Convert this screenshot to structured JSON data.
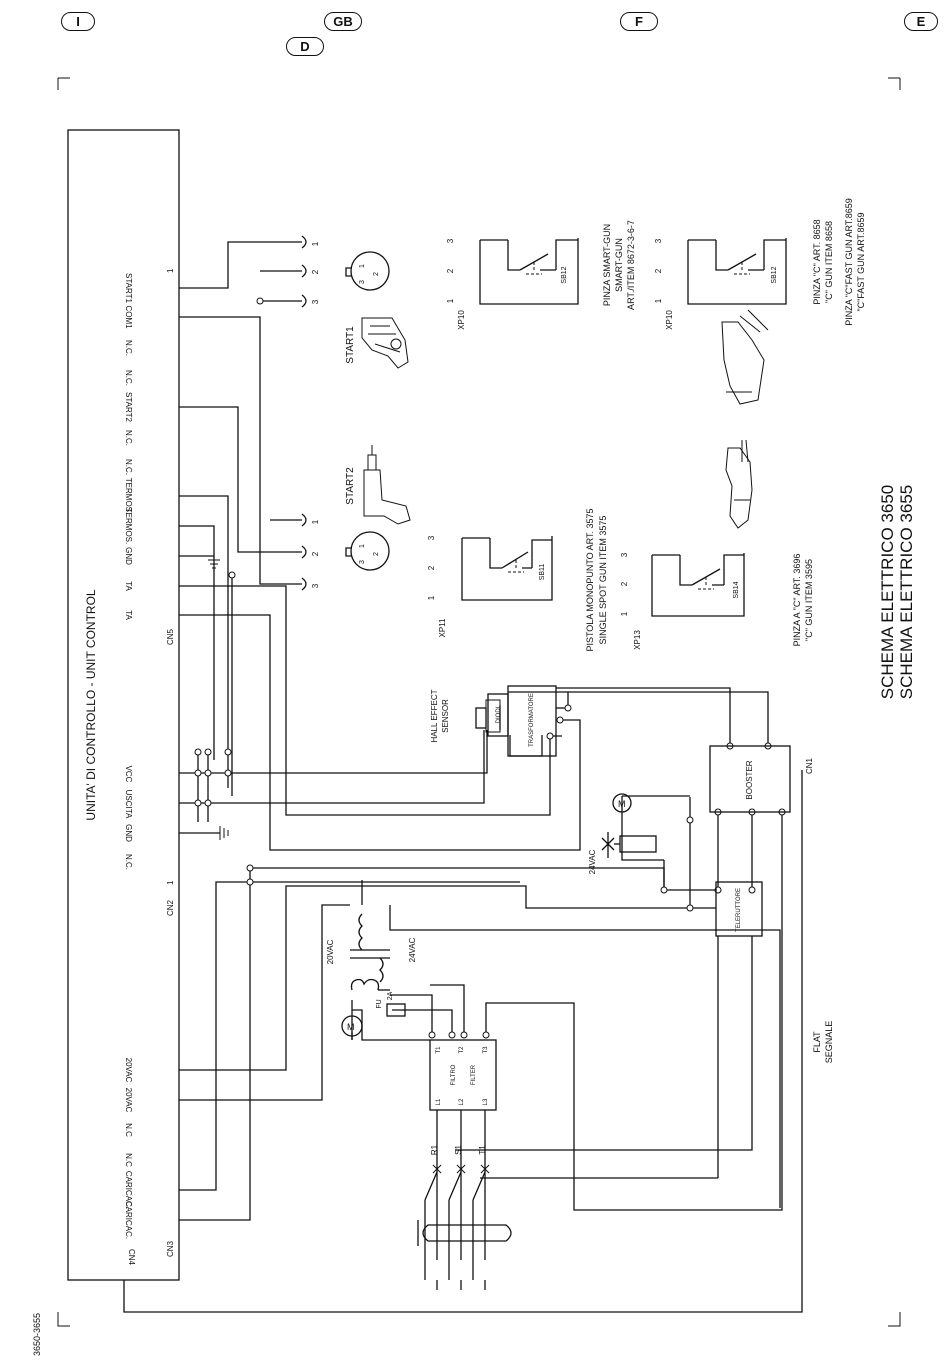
{
  "language_badges": [
    "I",
    "GB",
    "D",
    "F",
    "E"
  ],
  "document_code": "3650-3655",
  "title_lines": [
    "SCHEMA ELETTRICO 3650",
    "SCHEMA ELETTRICO 3655"
  ],
  "unit": {
    "title": "UNITA' DI CONTROLLO - UNIT CONTROL",
    "cn5": {
      "label": "CN5",
      "pin1": "1",
      "pins": [
        "START1",
        "COM1",
        "N.C.",
        "N.C.",
        "START2",
        "N.C.",
        "N.C.",
        "TERMOS.",
        "TERMOS.",
        "GND",
        "TA",
        "TA"
      ]
    },
    "cn1_pins": [
      "VCC",
      "USCITA",
      "GND",
      "N.C."
    ],
    "cn2": {
      "label": "CN2",
      "pin1": "1"
    },
    "cn3": {
      "label": "CN3"
    },
    "cn4": {
      "label": "CN4"
    },
    "cn3_pins": [
      "20VAC",
      "20VAC",
      "N.C",
      "N.C",
      "CARICAC.",
      "CARICAC."
    ]
  },
  "start1": {
    "label": "START1",
    "pins": [
      "1",
      "2",
      "3"
    ],
    "connector_digits": [
      "1",
      "2",
      "3"
    ]
  },
  "start2": {
    "label": "START2",
    "pins": [
      "1",
      "2",
      "3"
    ],
    "connector_digits": [
      "1",
      "2",
      "3"
    ]
  },
  "xp10a": {
    "label": "XP10",
    "pins": [
      "1",
      "2",
      "3"
    ],
    "switch": "SB12"
  },
  "xp10b": {
    "label": "XP10",
    "pins": [
      "1",
      "2",
      "3"
    ],
    "switch": "SB12"
  },
  "xp11": {
    "label": "XP11",
    "pins": [
      "1",
      "2",
      "3"
    ],
    "switch": "SB11"
  },
  "xp13": {
    "label": "XP13",
    "pins": [
      "1",
      "2",
      "3"
    ],
    "switch": "SB14"
  },
  "smart_gun_text": [
    "PINZA SMART-GUN",
    "SMART-GUN",
    "ART./ITEM 8672-3-6-7"
  ],
  "c_gun_text": [
    "PINZA \"C\" ART. 8658",
    "\"C\" GUN ITEM 8658",
    "PINZA \"C\"FAST GUN ART.8659",
    "\"C\"FAST GUN ART.8659"
  ],
  "single_spot_text": [
    "PISTOLA MONOPUNTO ART. 3575",
    "SINGLE SPOT GUN ITEM 3575"
  ],
  "c3696_text": [
    "PINZA A \"C\" ART. 3696",
    "\"C\" GUN ITEM 3595"
  ],
  "hall_sensor": [
    "HALL EFFECT",
    "SENSOR"
  ],
  "diodi": "DIODI",
  "trasformatore": "TRASFORMATORE",
  "booster": "BOOSTER",
  "cn1_label": "CN1",
  "teleruttore": "TELERUTTORE",
  "v24_valve": "24VAC",
  "v20": "20VAC",
  "v24": "24VAC",
  "fuse": [
    "FU",
    "2A"
  ],
  "motor": "M",
  "filter": {
    "name": [
      "FILTRO",
      "FILTER"
    ],
    "in": [
      "L1",
      "L2",
      "L3"
    ],
    "out": [
      "T1",
      "T2",
      "T3"
    ]
  },
  "mains": [
    "R1",
    "S1",
    "T1"
  ],
  "flat": [
    "FLAT",
    "SEGNALE"
  ]
}
